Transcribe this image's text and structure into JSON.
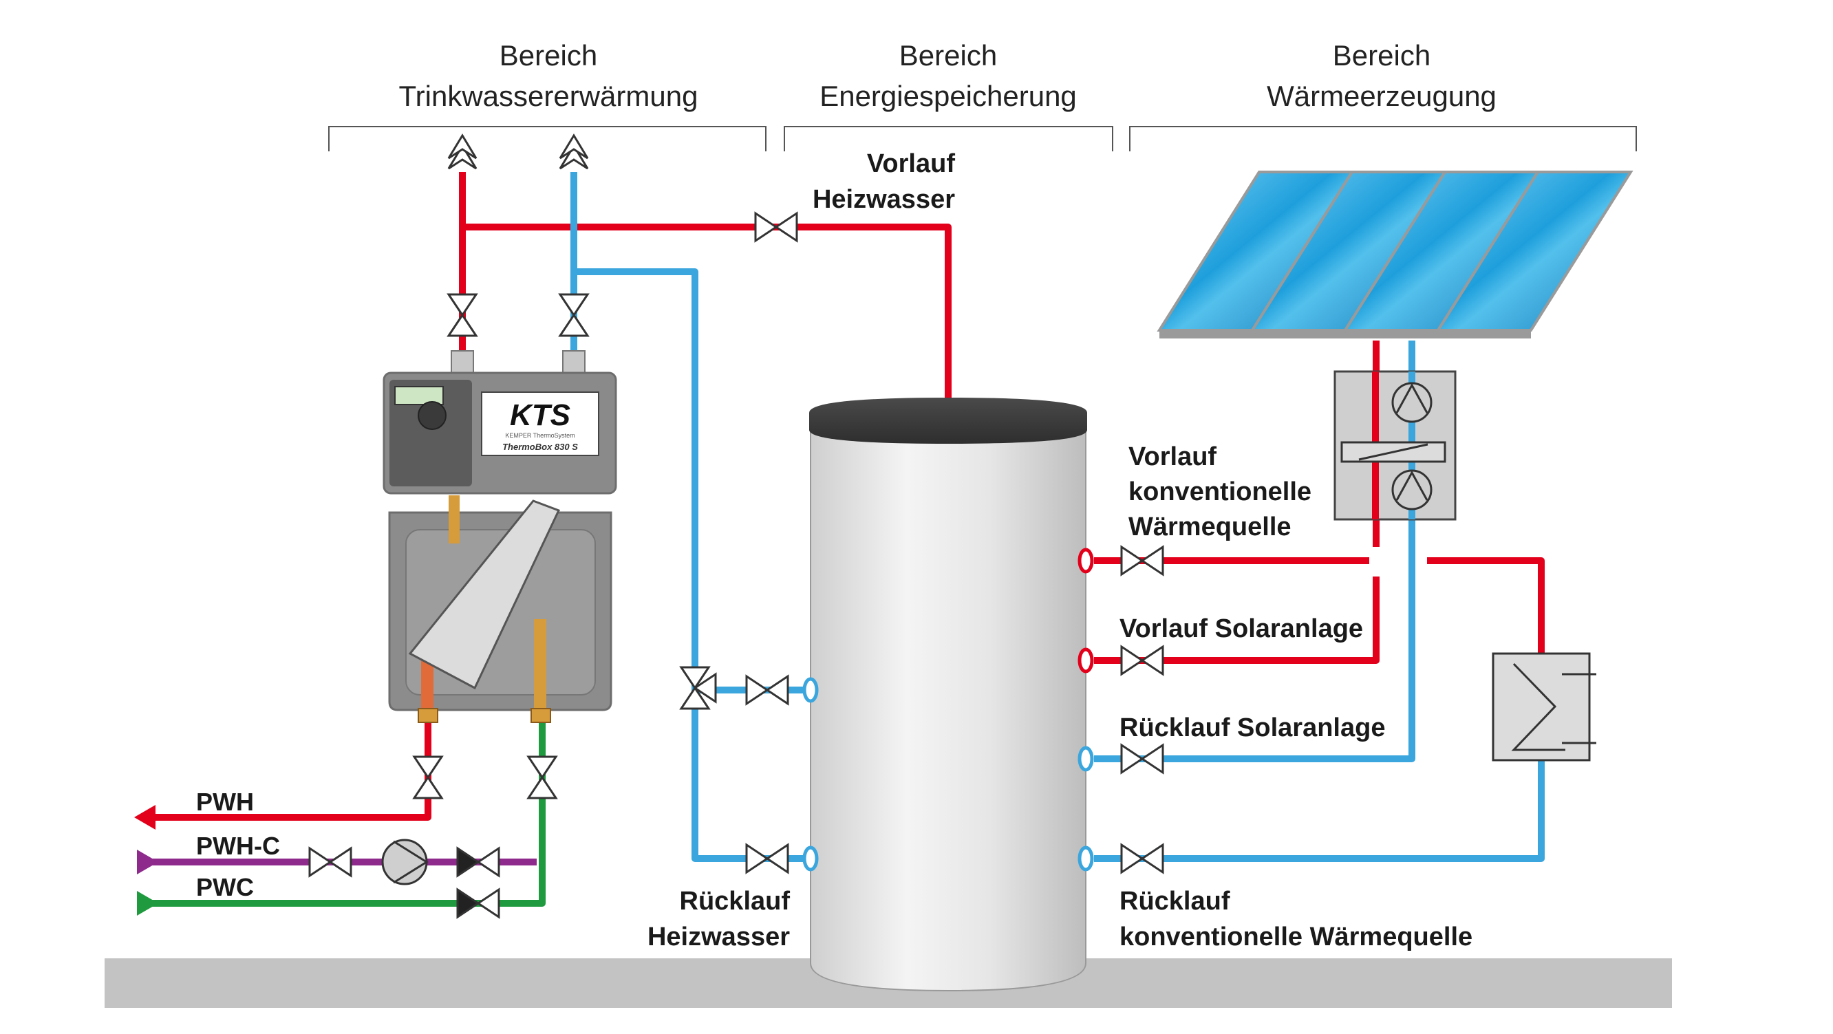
{
  "sections": {
    "drinking_water": {
      "line1": "Bereich",
      "line2": "Trinkwassererwärmung"
    },
    "energy_storage": {
      "line1": "Bereich",
      "line2": "Energiespeicherung"
    },
    "heat_generation": {
      "line1": "Bereich",
      "line2": "Wärmeerzeugung"
    }
  },
  "labels": {
    "vorlauf_heizwasser": {
      "line1": "Vorlauf",
      "line2": "Heizwasser"
    },
    "ruecklauf_heizwasser": {
      "line1": "Rücklauf",
      "line2": "Heizwasser"
    },
    "vorlauf_konventionell": {
      "line1": "Vorlauf",
      "line2": "konventionelle",
      "line3": "Wärmequelle"
    },
    "vorlauf_solar": "Vorlauf Solaranlage",
    "ruecklauf_solar": "Rücklauf Solaranlage",
    "ruecklauf_konventionell": {
      "line1": "Rücklauf",
      "line2": "konventionelle Wärmequelle"
    }
  },
  "pipes": {
    "pwh": "PWH",
    "pwhc": "PWH-C",
    "pwc": "PWC"
  },
  "station": {
    "brand": "KTS",
    "brand_sub": "KEMPER ThermoSystem",
    "model": "ThermoBox 830 S"
  },
  "colors": {
    "hot": "#e2001a",
    "cold": "#3aa6dd",
    "circulation": "#8e2a8c",
    "potable_cold": "#1f9a3e",
    "floor": "#c3c3c3"
  }
}
